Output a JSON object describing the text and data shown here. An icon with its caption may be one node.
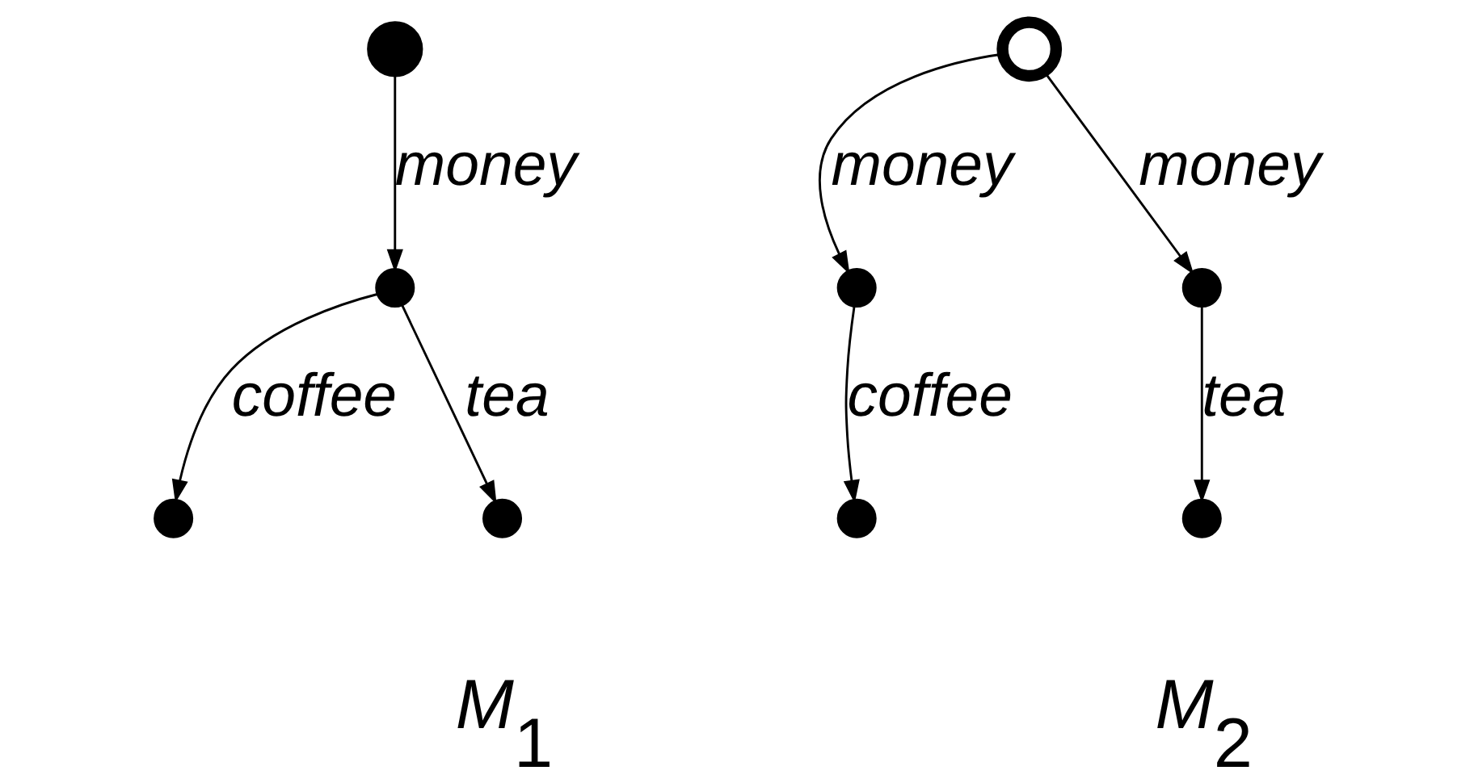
{
  "diagram": {
    "nodes": [
      {
        "text": [],
        "shape": "circle"
      },
      {
        "text": [],
        "shape": "circle"
      },
      {
        "text": [],
        "shape": "circle"
      },
      {
        "text": [],
        "shape": "circle"
      },
      {
        "text": [],
        "shape": "circle"
      },
      {
        "text": [],
        "shape": "circle"
      },
      {
        "text": [],
        "shape": "circle"
      },
      {
        "text": [],
        "shape": "circle"
      },
      {
        "text": [],
        "shape": "circle"
      }
    ],
    "edges": [
      {
        "from": 0,
        "to": 1,
        "arrow": "to",
        "label": "money"
      },
      {
        "from": 1,
        "to": 2,
        "arrow": "to",
        "label": "coffee"
      },
      {
        "from": 1,
        "to": 3,
        "arrow": "to",
        "label": "tea"
      },
      {
        "from": 4,
        "to": 5,
        "arrow": "to",
        "label": "money"
      },
      {
        "from": 4,
        "to": 6,
        "arrow": "to",
        "label": "money"
      },
      {
        "from": 5,
        "to": 7,
        "arrow": "to",
        "label": "coffee"
      },
      {
        "from": 6,
        "to": 8,
        "arrow": "to",
        "label": "tea"
      }
    ],
    "labels": [
      "*M*$_{1}$",
      "*M*$_{2}$"
    ]
  }
}
